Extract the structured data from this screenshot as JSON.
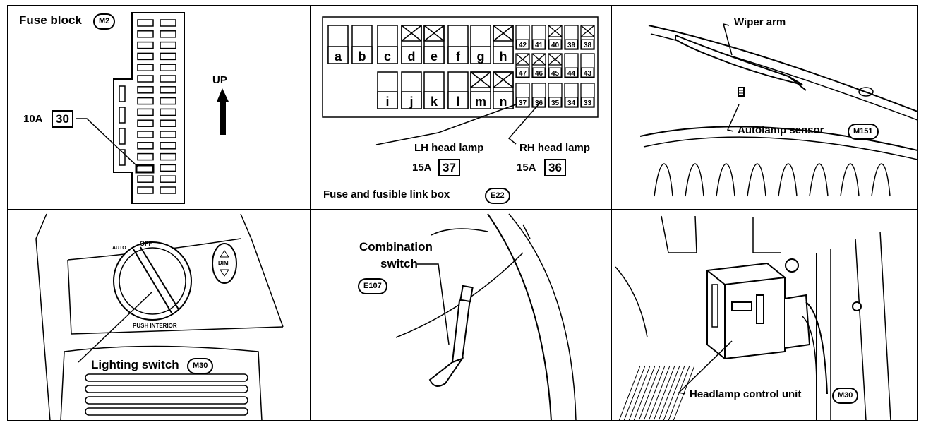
{
  "panels": {
    "fuse_block": {
      "title": "Fuse block",
      "connector": "M2",
      "rating": "10A",
      "fuse_no": "30",
      "arrow_label": "UP"
    },
    "fuse_link_box": {
      "top_labels": [
        "a",
        "b",
        "c",
        "d",
        "e",
        "f",
        "g",
        "h"
      ],
      "bottom_labels": [
        "i",
        "j",
        "k",
        "l",
        "m",
        "n"
      ],
      "small_top": [
        "42",
        "41",
        "40",
        "39",
        "38"
      ],
      "small_mid": [
        "47",
        "46",
        "45",
        "44",
        "43"
      ],
      "small_bot": [
        "37",
        "36",
        "35",
        "34",
        "33"
      ],
      "lh_label": "LH head lamp",
      "lh_rating": "15A",
      "lh_fuse": "37",
      "rh_label": "RH head lamp",
      "rh_rating": "15A",
      "rh_fuse": "36",
      "caption": "Fuse and fusible link box",
      "connector": "E22"
    },
    "wiper": {
      "wiper_label": "Wiper arm",
      "sensor_label": "Autolamp sensor",
      "connector": "M151"
    },
    "lighting": {
      "off_text": "OFF",
      "auto_text": "AUTO",
      "push_text": "PUSH INTERIOR",
      "dim_text": "DIM",
      "label": "Lighting switch",
      "connector": "M30"
    },
    "combination": {
      "label_line1": "Combination",
      "label_line2": "switch",
      "connector": "E107"
    },
    "headlamp": {
      "label": "Headlamp control unit",
      "connector": "M30"
    }
  }
}
